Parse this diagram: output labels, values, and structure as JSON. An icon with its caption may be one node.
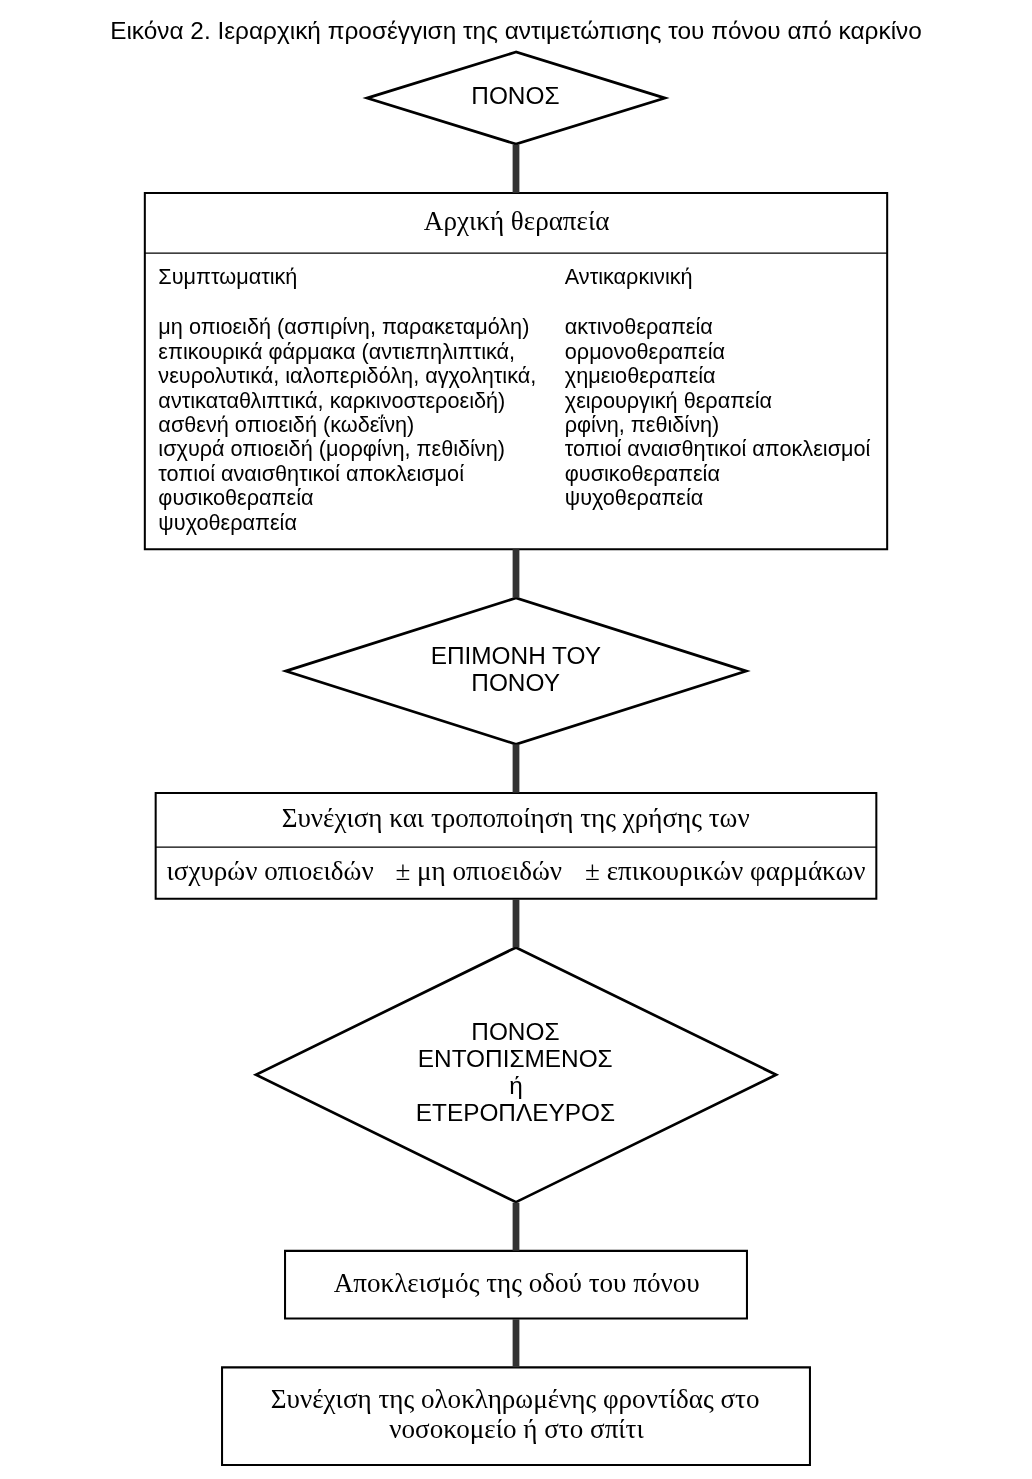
{
  "diagram": {
    "title": "Εικόνα 2. Ιεραρχική προσέγγιση της αντιμετώπισης του πόνου από καρκίνο",
    "nodes": [
      {
        "text": [
          "ΠΟΝΟΣ"
        ]
      },
      {
        "text": [
          "Αρχική θεραπεία",
          "Συμπτωματική",
          "μη οπιοειδή (ασπιρίνη, παρακεταμόλη)",
          "επικουρικά φάρμακα (αντιεπηλιπτικά, νευρολυτικά, ιαλοπεριδόλη, αγχολητικά, αντικαταθλιπτικά, καρκινοστεροειδή)",
          "ασθενή οπιοειδή (κωδεΐνη)",
          "ισχυρά οπιοειδή (μορφίνη, πεθιδίνη)",
          "τοπιοί αναισθητικοί αποκλεισμοί",
          "φυσικοθεραπεία",
          "ψυχοθεραπεία",
          "Αντικαρκινική",
          "ακτινοθεραπεία",
          "ορμονοθεραπεία",
          "χημειοθεραπεία",
          "χειρουργική θεραπεία",
          "ρφίνη, πεθιδίνη)",
          "τοπιοί αναισθητικοί αποκλεισμοί",
          "φυσικοθεραπεία",
          "ψυχοθεραπεία"
        ]
      },
      {
        "text": [
          "ΕΠΙΜΟΝΗ ΤΟΥ ΠΟΝΟΥ"
        ]
      },
      {
        "text": [
          "Συνέχιση και τροποποίηση της χρήσης των",
          "ισχυρών οπιοειδών",
          "± μη οπιοειδών",
          "± επικουρικών φαρμάκων"
        ]
      },
      {
        "text": [
          "ΠΟΝΟΣ ΕΝΤΟΠΙΣΜΕΝΟΣ ή ΕΤΕΡΟΠΛΕΥΡΟΣ"
        ]
      },
      {
        "text": [
          "Αποκλεισμός της οδού του πόνου"
        ]
      },
      {
        "text": [
          "Συνέχιση της ολοκληρωμένης φροντίδας στο νοσοκομείο ή στο σπίτι"
        ]
      }
    ],
    "edges": [
      {
        "from": 0,
        "to": 1,
        "arrow": "none"
      },
      {
        "from": 1,
        "to": 2,
        "arrow": "none"
      },
      {
        "from": 2,
        "to": 3,
        "arrow": "none"
      },
      {
        "from": 3,
        "to": 4,
        "arrow": "none"
      },
      {
        "from": 4,
        "to": 5,
        "arrow": "none"
      },
      {
        "from": 5,
        "to": 6,
        "arrow": "none"
      }
    ]
  }
}
